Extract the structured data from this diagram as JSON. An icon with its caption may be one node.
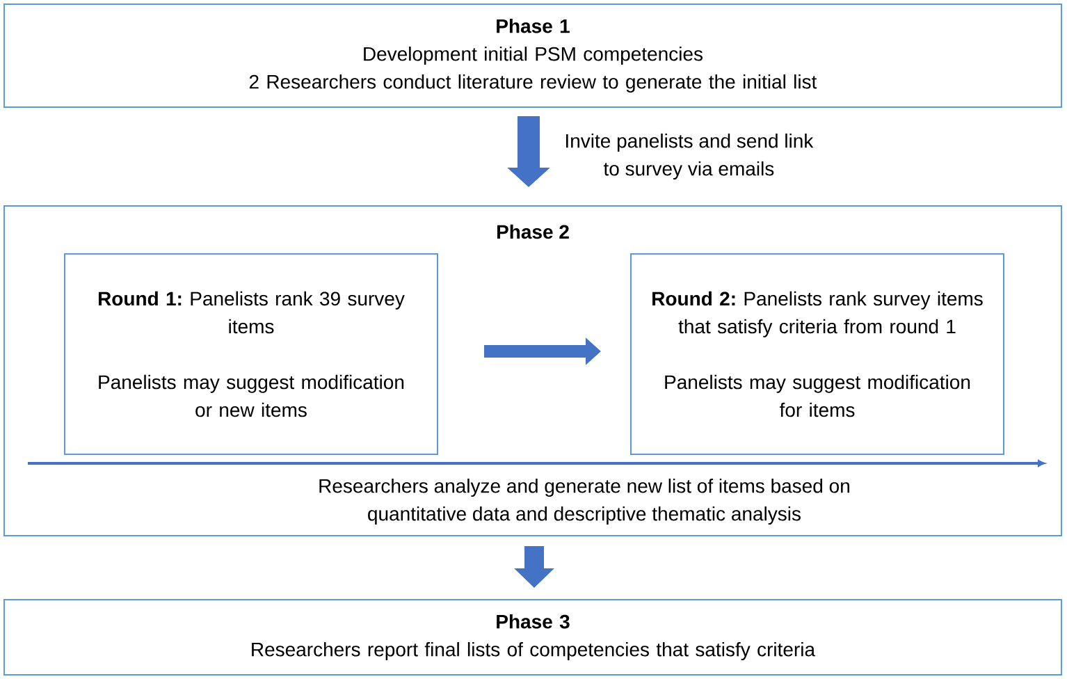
{
  "diagram": {
    "nodes": [
      {
        "text": [
          "Phase 1",
          "Development initial PSM competencies",
          "2 Researchers conduct literature review to generate the initial list"
        ]
      },
      {
        "text": [
          "Phase 2",
          "Researchers analyze and generate new list of items based on quantitative data and descriptive thematic analysis"
        ]
      },
      {
        "text": [
          "**Round 1:** Panelists rank 39 survey items",
          "Panelists may suggest modification or new items"
        ],
        "in": 1
      },
      {
        "text": [
          "**Round 2:** Panelists rank survey items that satisfy criteria from round 1",
          "Panelists may suggest modification for items"
        ],
        "in": 1
      },
      {
        "text": [
          "Phase 3",
          "Researchers report final lists of competencies that satisfy criteria"
        ]
      }
    ],
    "edges": [
      {
        "from": 0,
        "to": 1,
        "arrow": "to",
        "label": "Invite panelists and send link to survey via emails"
      },
      {
        "from": 2,
        "to": 3,
        "arrow": "to"
      },
      {
        "from": 1,
        "to": 4,
        "arrow": "to"
      }
    ]
  }
}
